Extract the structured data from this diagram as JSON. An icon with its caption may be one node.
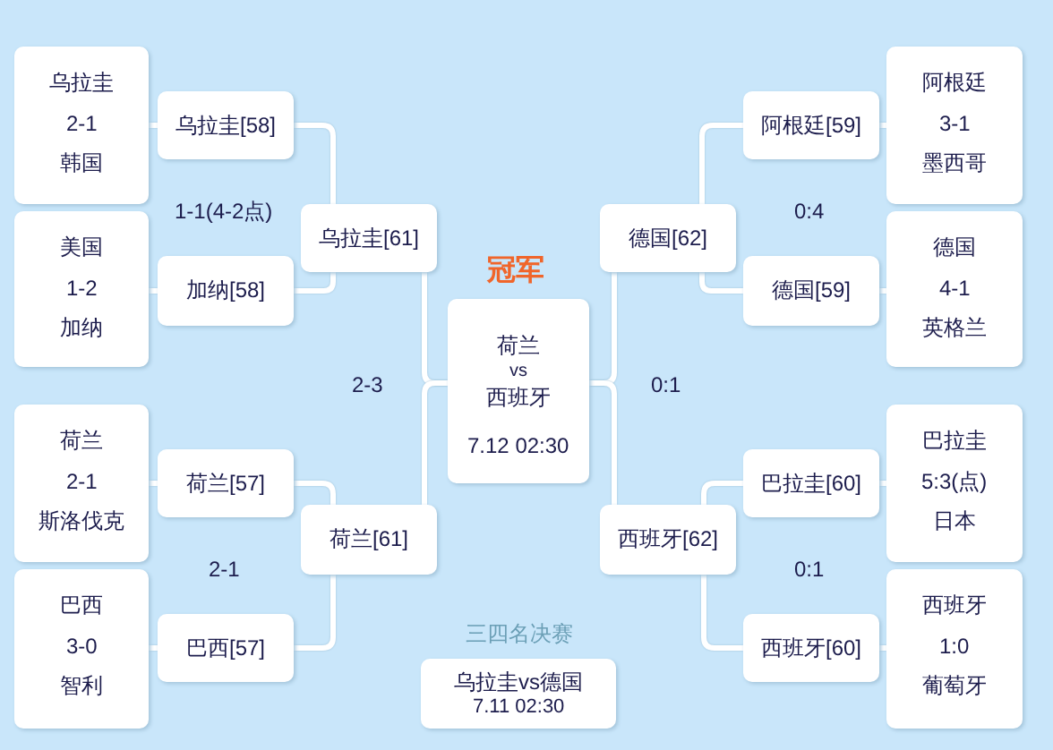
{
  "diagram": {
    "nodes": [
      {
        "text": [
          "乌拉圭",
          "2-1",
          "韩国"
        ]
      },
      {
        "text": [
          "美国",
          "1-2",
          "加纳"
        ]
      },
      {
        "text": [
          "荷兰",
          "2-1",
          "斯洛伐克"
        ]
      },
      {
        "text": [
          "巴西",
          "3-0",
          "智利"
        ]
      },
      {
        "text": [
          "乌拉圭[58]"
        ]
      },
      {
        "text": [
          "加纳[58]"
        ]
      },
      {
        "text": [
          "荷兰[57]"
        ]
      },
      {
        "text": [
          "巴西[57]"
        ]
      },
      {
        "text": [
          "乌拉圭[61]"
        ]
      },
      {
        "text": [
          "荷兰[61]"
        ]
      },
      {
        "text": [
          "荷兰",
          "vs",
          "西班牙",
          "7.12 02:30"
        ],
        "beside": [
          "冠军"
        ]
      },
      {
        "text": [
          "乌拉圭vs德国",
          "7.11 02:30"
        ],
        "beside": [
          "三四名决赛"
        ]
      },
      {
        "text": [
          "德国[62]"
        ]
      },
      {
        "text": [
          "西班牙[62]"
        ]
      },
      {
        "text": [
          "阿根廷[59]"
        ]
      },
      {
        "text": [
          "德国[59]"
        ]
      },
      {
        "text": [
          "巴拉圭[60]"
        ]
      },
      {
        "text": [
          "西班牙[60]"
        ]
      },
      {
        "text": [
          "阿根廷",
          "3-1",
          "墨西哥"
        ]
      },
      {
        "text": [
          "德国",
          "4-1",
          "英格兰"
        ]
      },
      {
        "text": [
          "巴拉圭",
          "5:3(点)",
          "日本"
        ]
      },
      {
        "text": [
          "西班牙",
          "1:0",
          "葡萄牙"
        ]
      }
    ],
    "edges": [
      {
        "from": 0,
        "to": 4,
        "arrow": "none"
      },
      {
        "from": 1,
        "to": 5,
        "arrow": "none"
      },
      {
        "from": 2,
        "to": 6,
        "arrow": "none"
      },
      {
        "from": 3,
        "to": 7,
        "arrow": "none"
      },
      {
        "from": 4,
        "to": 8,
        "arrow": "none"
      },
      {
        "from": 5,
        "to": 8,
        "arrow": "none"
      },
      {
        "from": 6,
        "to": 9,
        "arrow": "none"
      },
      {
        "from": 7,
        "to": 9,
        "arrow": "none"
      },
      {
        "from": 8,
        "to": 10,
        "arrow": "none"
      },
      {
        "from": 9,
        "to": 10,
        "arrow": "none"
      },
      {
        "from": 18,
        "to": 14,
        "arrow": "none"
      },
      {
        "from": 19,
        "to": 15,
        "arrow": "none"
      },
      {
        "from": 20,
        "to": 16,
        "arrow": "none"
      },
      {
        "from": 21,
        "to": 17,
        "arrow": "none"
      },
      {
        "from": 14,
        "to": 12,
        "arrow": "none"
      },
      {
        "from": 15,
        "to": 12,
        "arrow": "none"
      },
      {
        "from": 16,
        "to": 13,
        "arrow": "none"
      },
      {
        "from": 17,
        "to": 13,
        "arrow": "none"
      },
      {
        "from": 12,
        "to": 10,
        "arrow": "none"
      },
      {
        "from": 13,
        "to": 10,
        "arrow": "none"
      }
    ],
    "labels": [
      "1-1(4-2点)",
      "0:4",
      "2-3",
      "0:1",
      "2-1",
      "0:1"
    ]
  }
}
